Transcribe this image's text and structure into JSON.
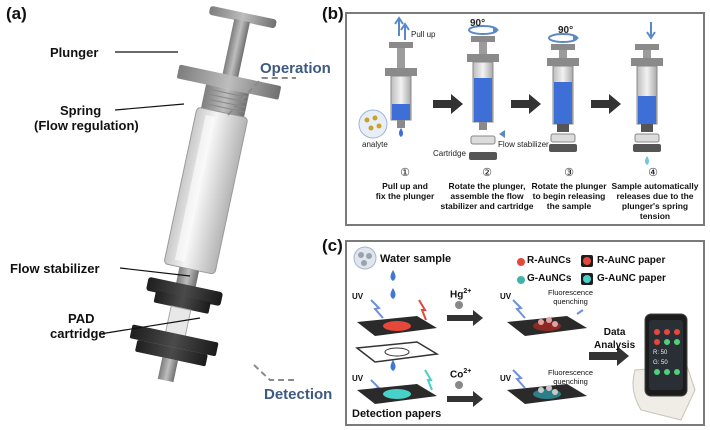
{
  "panels": {
    "a": "(a)",
    "b": "(b)",
    "c": "(c)"
  },
  "callouts": {
    "plunger": "Plunger",
    "spring": "Spring",
    "spring_sub": "(Flow regulation)",
    "flow_stabilizer": "Flow stabilizer",
    "pad": "PAD",
    "pad_sub": "cartridge"
  },
  "sections": {
    "operation": "Operation",
    "detection": "Detection"
  },
  "operation": {
    "pull_up": "Pull up",
    "analyte": "analyte",
    "cartridge": "Cartridge",
    "flow_stabilizer": "Flow stabilizer",
    "angle1": "90°",
    "angle2": "90°",
    "steps": [
      {
        "num": "①",
        "line1": "Pull up and",
        "line2": "fix the plunger",
        "line3": ""
      },
      {
        "num": "②",
        "line1": "Rotate the plunger,",
        "line2": "assemble the flow",
        "line3": "stabilizer and cartridge"
      },
      {
        "num": "③",
        "line1": "Rotate the plunger",
        "line2": "to begin releasing",
        "line3": "the sample"
      },
      {
        "num": "④",
        "line1": "Sample automatically",
        "line2": "releases due to the",
        "line3": "plunger's spring tension"
      }
    ]
  },
  "detection": {
    "water_sample": "Water sample",
    "r_auncs": "R-AuNCs",
    "g_auncs": "G-AuNCs",
    "r_paper": "R-AuNC paper",
    "g_paper": "G-AuNC paper",
    "uv": "UV",
    "hg": "Hg",
    "hg_sup": "2+",
    "co": "Co",
    "co_sup": "2+",
    "quench1": "Fluorescence",
    "quench1b": "quenching",
    "quench2": "Fluorescence",
    "quench2b": "quenching",
    "data": "Data",
    "analysis": "Analysis",
    "detection_papers": "Detection papers",
    "phone_r": "R: 50",
    "phone_g": "G: 50"
  }
}
